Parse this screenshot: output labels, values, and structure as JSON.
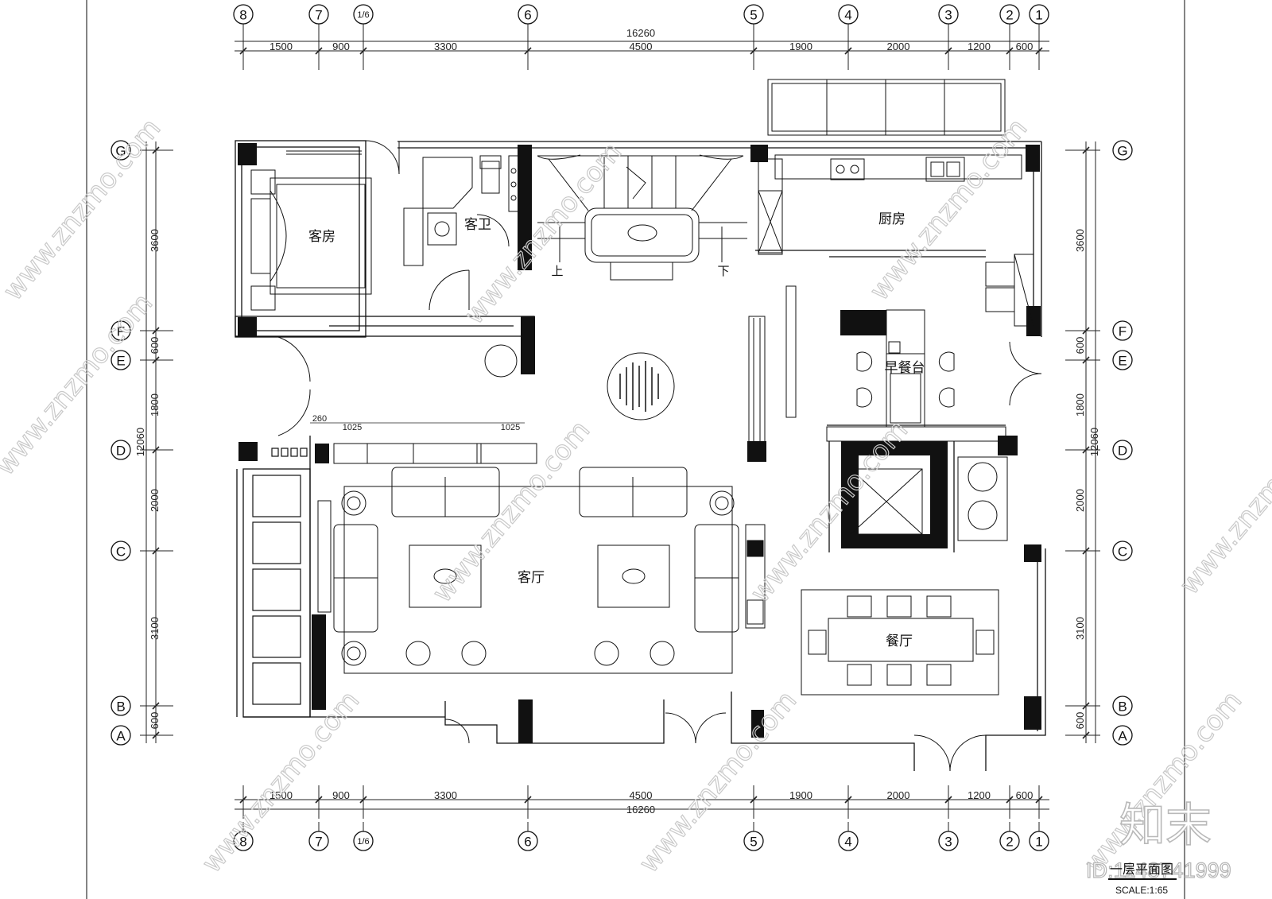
{
  "drawing": {
    "title": "一层平面图",
    "scale": "SCALE:1:65"
  },
  "axes": {
    "vertical_labels": [
      "8",
      "7",
      "1/6",
      "6",
      "5",
      "4",
      "3",
      "2",
      "1"
    ],
    "horizontal_labels": [
      "G",
      "F",
      "E",
      "D",
      "C",
      "B",
      "A"
    ]
  },
  "dimensions": {
    "top_total": "16260",
    "top_segments": [
      "1500",
      "900",
      "3300",
      "4500",
      "1900",
      "2000",
      "1200",
      "600"
    ],
    "bottom_total": "16260",
    "bottom_segments": [
      "1500",
      "900",
      "3300",
      "4500",
      "1900",
      "2000",
      "1200",
      "600"
    ],
    "side_total": "12060",
    "side_segments": [
      "3600",
      "600",
      "1800",
      "2000",
      "3100",
      "600"
    ],
    "inner_dims": [
      "260",
      "1025",
      "1025"
    ]
  },
  "rooms": {
    "guest_room": "客房",
    "guest_bath": "客卫",
    "kitchen": "厨房",
    "breakfast_bar": "早餐台",
    "living_room": "客厅",
    "dining_room": "餐厅"
  },
  "stairs": {
    "up": "上",
    "down": "下"
  },
  "watermark": {
    "site": "www.znzmo.com",
    "brand": "知末",
    "id": "ID:1148741999"
  }
}
